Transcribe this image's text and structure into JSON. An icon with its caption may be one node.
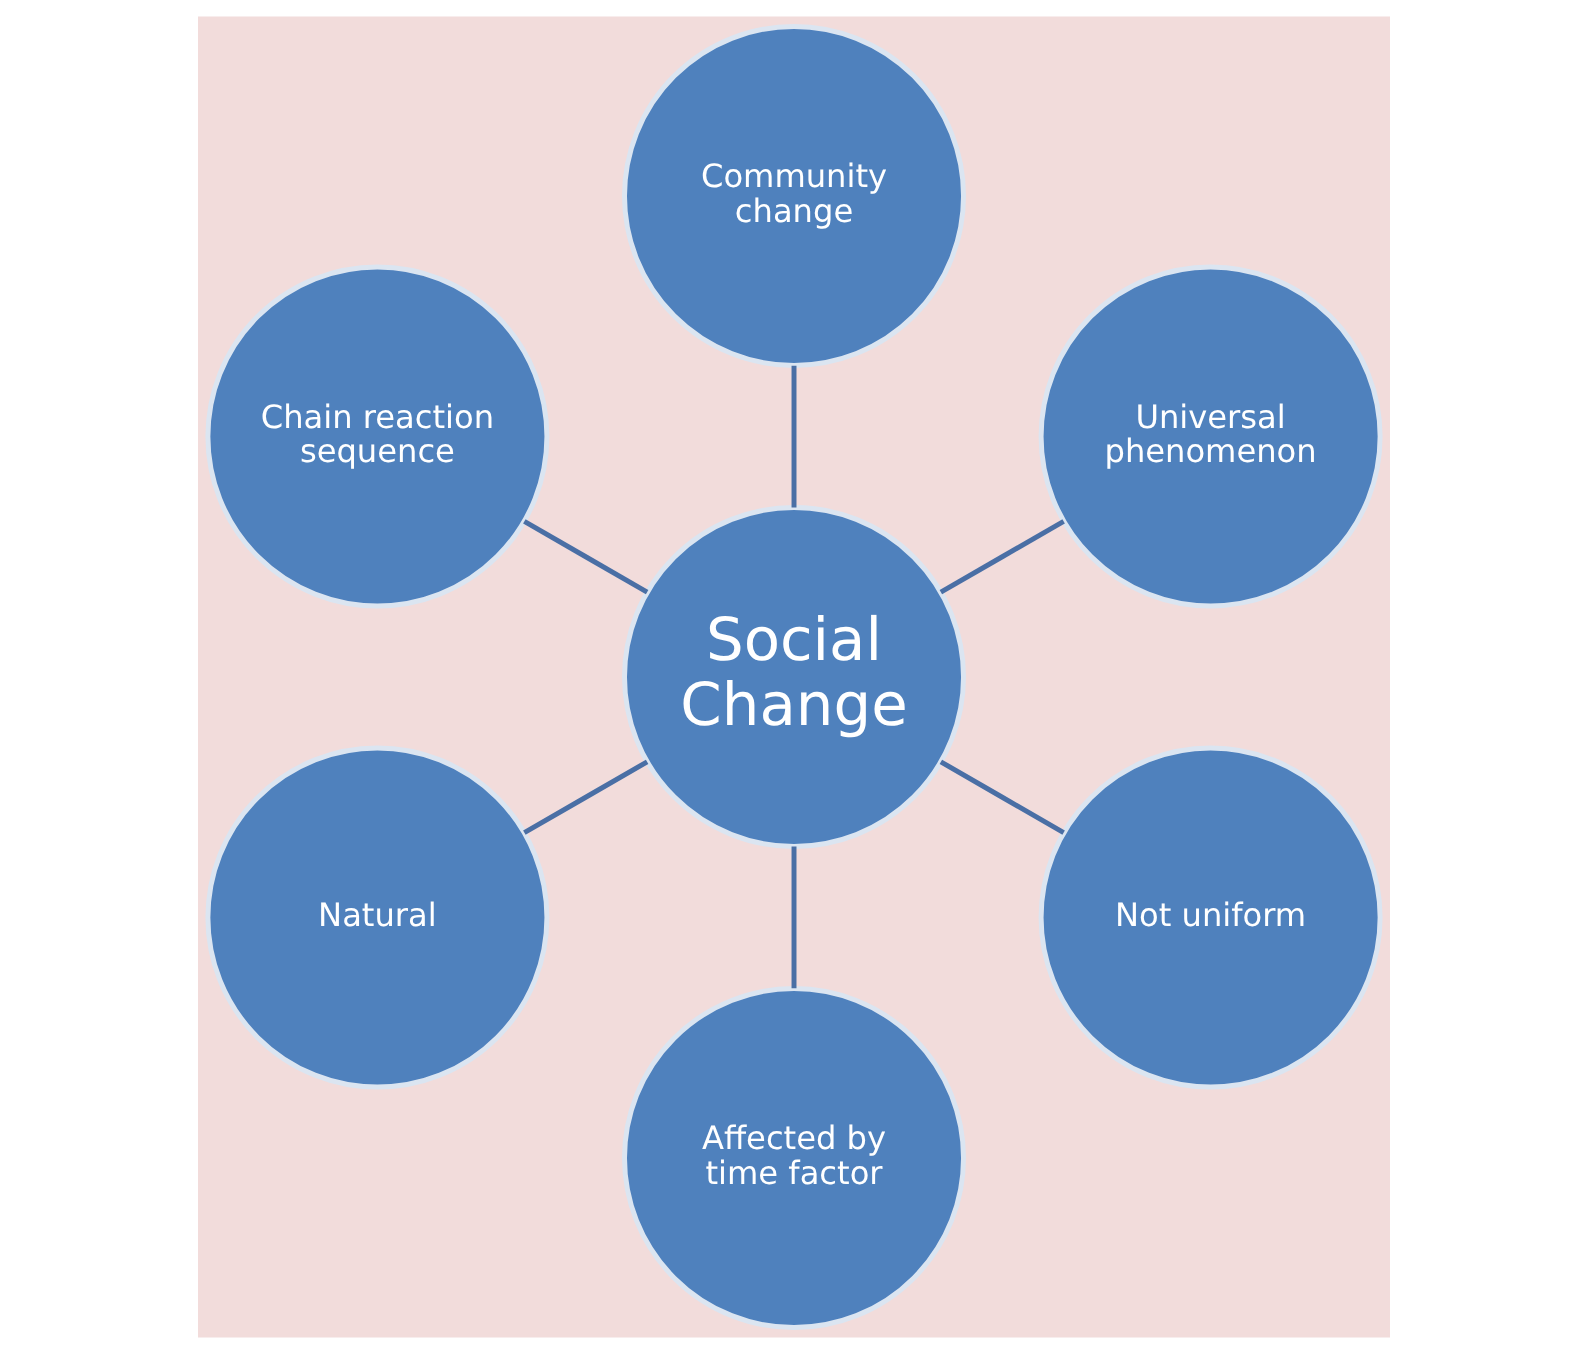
{
  "diagram": {
    "nodes": [
      {
        "text": [
          "Social Change"
        ]
      },
      {
        "text": [
          "Universal phenomenon"
        ]
      },
      {
        "text": [
          "Community change"
        ]
      },
      {
        "text": [
          "Chain reaction sequence"
        ]
      },
      {
        "text": [
          "Natural"
        ]
      },
      {
        "text": [
          "Affected by time factor"
        ]
      },
      {
        "text": [
          "Not uniform"
        ]
      }
    ],
    "edges": [
      {
        "from": 0,
        "to": 1,
        "arrow": "none"
      },
      {
        "from": 0,
        "to": 2,
        "arrow": "none"
      },
      {
        "from": 0,
        "to": 3,
        "arrow": "none"
      },
      {
        "from": 0,
        "to": 4,
        "arrow": "none"
      },
      {
        "from": 0,
        "to": 5,
        "arrow": "none"
      },
      {
        "from": 0,
        "to": 6,
        "arrow": "none"
      }
    ]
  }
}
